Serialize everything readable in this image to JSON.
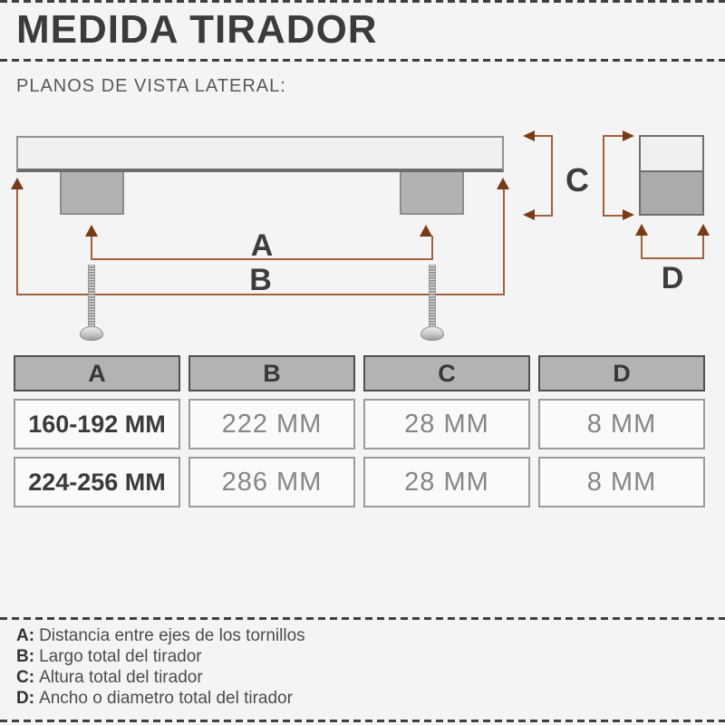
{
  "header": {
    "title": "MEDIDA TIRADOR",
    "subtitle": "PLANOS DE VISTA LATERAL:"
  },
  "diagram": {
    "labels": {
      "a": "A",
      "b": "B",
      "c": "C",
      "d": "D"
    }
  },
  "table": {
    "headers": [
      "A",
      "B",
      "C",
      "D"
    ],
    "rows": [
      [
        "160-192 MM",
        "222 MM",
        "28 MM",
        "8 MM"
      ],
      [
        "224-256 MM",
        "286 MM",
        "28 MM",
        "8 MM"
      ]
    ]
  },
  "legend": {
    "items": [
      {
        "key": "A:",
        "text": "Distancia entre ejes de los tornillos"
      },
      {
        "key": "B:",
        "text": "Largo total del tirador"
      },
      {
        "key": "C:",
        "text": "Altura total del tirador"
      },
      {
        "key": "D:",
        "text": "Ancho o diametro total del tirador"
      }
    ]
  },
  "colors": {
    "background": "#f4f4f4",
    "dimension_line": "#a2613a",
    "arrowhead": "#7b3a16",
    "handle_fill": "#f0f0f0",
    "post_fill": "#b2b2b2",
    "table_header_bg": "#b3b3b3",
    "text_dark": "#3b3b3b"
  }
}
